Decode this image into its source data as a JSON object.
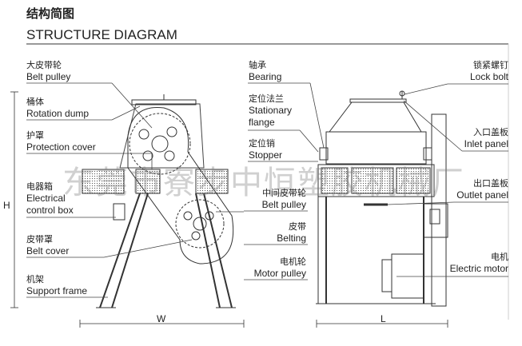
{
  "title": {
    "zh": "结构简图",
    "en": "STRUCTURE DIAGRAM"
  },
  "watermark": "东莞市寮步中恒塑胶机械厂",
  "left_labels": [
    {
      "zh": "大皮带轮",
      "en": "Belt pulley"
    },
    {
      "zh": "桶体",
      "en": "Rotation dump"
    },
    {
      "zh": "护罩",
      "en": "Protection cover"
    },
    {
      "zh": "电器箱",
      "en": "Electrical control box"
    },
    {
      "zh": "皮带罩",
      "en": "Belt cover"
    },
    {
      "zh": "机架",
      "en": "Support frame"
    }
  ],
  "middle_labels": [
    {
      "zh": "轴承",
      "en": "Bearing"
    },
    {
      "zh": "定位法兰",
      "en": "Stationary flange"
    },
    {
      "zh": "定位销",
      "en": "Stopper"
    },
    {
      "zh": "中间皮带轮",
      "en": "Belt pulley"
    },
    {
      "zh": "皮带",
      "en": "Belting"
    },
    {
      "zh": "电机轮",
      "en": "Motor pulley"
    }
  ],
  "right_labels": [
    {
      "zh": "锁紧螺钉",
      "en": "Lock bolt"
    },
    {
      "zh": "入口盖板",
      "en": "Inlet panel"
    },
    {
      "zh": "出口盖板",
      "en": "Outlet panel"
    },
    {
      "zh": "电机",
      "en": "Electric motor"
    }
  ],
  "dimensions": {
    "height": "H",
    "width": "W",
    "length": "L"
  }
}
